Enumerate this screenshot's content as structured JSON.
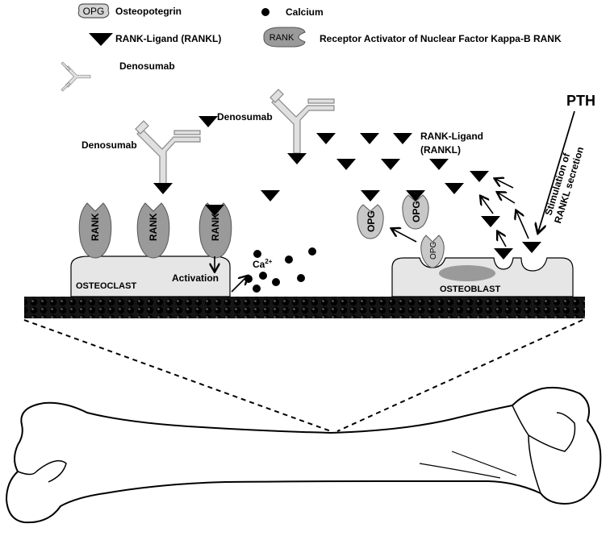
{
  "legend": {
    "opg_icon_text": "OPG",
    "opg_label": "Osteopotegrin",
    "calcium_label": "Calcium",
    "rankl_label": "RANK-Ligand (RANKL)",
    "rank_icon_text": "RANK",
    "rank_label": "Receptor Activator of Nuclear Factor Kappa-B RANK",
    "denosumab_label": "Denosumab"
  },
  "diagram": {
    "denosumab_label_left": "Denosumab",
    "denosumab_label_center": "Denosumab",
    "rankl_label_line1": "RANK-Ligand",
    "rankl_label_line2": "(RANKL)",
    "pth_label": "PTH",
    "stimulation_line1": "Stimulation of",
    "stimulation_line2": "RANKL secretion",
    "rank_receptor_text": "RANK",
    "opg_text": "OPG",
    "osteoclast_label": "OSTEOCLAST",
    "osteoblast_label": "OSTEOBLAST",
    "activation_label": "Activation",
    "calcium_ion_label": "Ca",
    "calcium_ion_charge": "2+"
  },
  "colors": {
    "cell_fill": "#e6e6e6",
    "receptor_fill": "#9a9a9a",
    "opg_fill": "#c8c8c8",
    "bone_matrix": "#151515",
    "outline": "#000000"
  }
}
